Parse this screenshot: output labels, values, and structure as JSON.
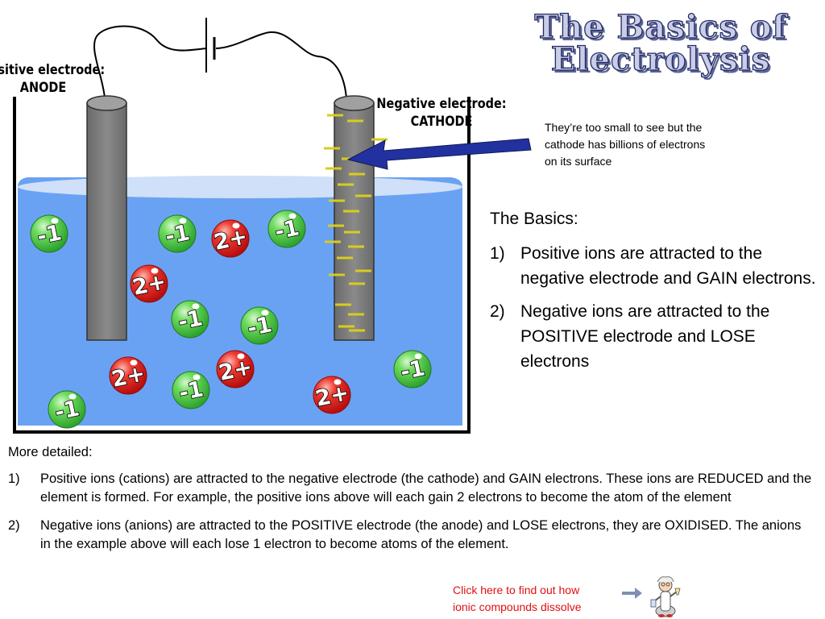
{
  "title": {
    "line1": "The Basics of",
    "line2": "Electrolysis"
  },
  "anode_label": {
    "line1": "Positive electrode:",
    "line2": "ANODE"
  },
  "cathode_label": {
    "line1": "Negative electrode:",
    "line2": "CATHODE"
  },
  "cathode_note": "They’re too small to see but the cathode has billions of electrons on its surface",
  "basics": {
    "heading": "The Basics:",
    "items": [
      {
        "num": "1)",
        "text": "Positive ions are attracted to the negative electrode and GAIN electrons."
      },
      {
        "num": "2)",
        "text": "Negative ions are attracted to the POSITIVE electrode and LOSE electrons"
      }
    ]
  },
  "details": {
    "heading": "More detailed:",
    "items": [
      {
        "num": "1)",
        "text": "Positive ions (cations) are attracted to the negative electrode (the cathode) and GAIN electrons. These ions are REDUCED and the element is formed. For example, the positive ions above will each gain 2 electrons to become the atom of the element"
      },
      {
        "num": "2)",
        "text": "Negative ions (anions) are attracted to the POSITIVE electrode (the anode) and LOSE electrons, they are OXIDISED. The anions in the example above will each lose 1 electron to become atoms of the element."
      }
    ]
  },
  "link": {
    "line1": "Click here to find out how",
    "line2": "ionic compounds dissolve"
  },
  "ions": [
    {
      "label": "-1",
      "charge": "negative"
    },
    {
      "label": "-1",
      "charge": "negative"
    },
    {
      "label": "2+",
      "charge": "positive"
    },
    {
      "label": "-1",
      "charge": "negative"
    },
    {
      "label": "2+",
      "charge": "positive"
    },
    {
      "label": "-1",
      "charge": "negative"
    },
    {
      "label": "-1",
      "charge": "negative"
    },
    {
      "label": "2+",
      "charge": "positive"
    },
    {
      "label": "2+",
      "charge": "positive"
    },
    {
      "label": "-1",
      "charge": "negative"
    },
    {
      "label": "-1",
      "charge": "negative"
    },
    {
      "label": "2+",
      "charge": "positive"
    },
    {
      "label": "-1",
      "charge": "negative"
    }
  ],
  "colors": {
    "solution": "#6aa2f3",
    "solution_surface": "#cfe0f8",
    "electrode": "#7d7d7d",
    "negative_ion": "#3cc23c",
    "positive_ion": "#dd1c1c",
    "electrons": "#d8cc1e",
    "arrow": "#2231a0",
    "link": "#e01010"
  },
  "icons": {
    "arrow": "right-arrow-icon",
    "scientist": "scientist-icon"
  }
}
